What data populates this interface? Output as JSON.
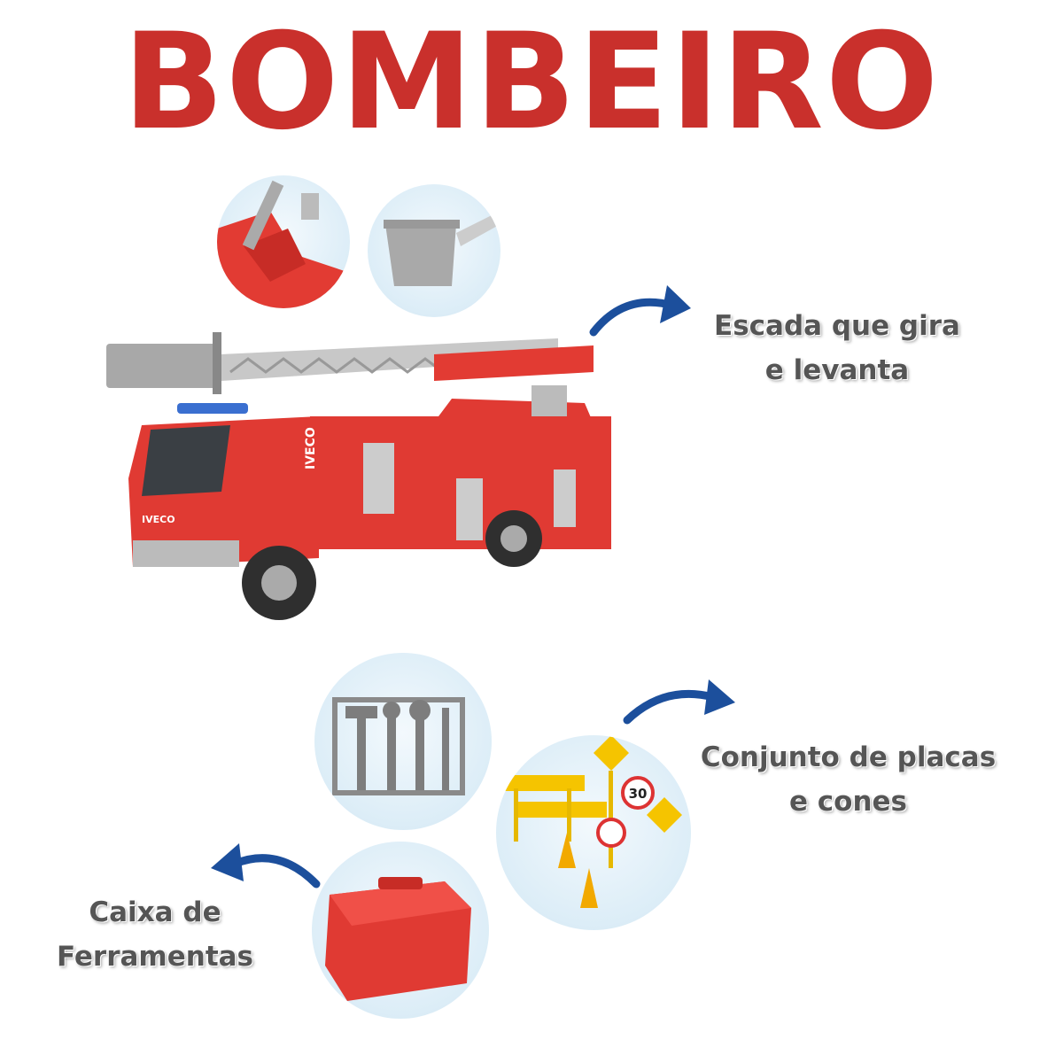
{
  "title": "BOMBEIRO",
  "features": {
    "ladder": {
      "line1": "Escada que gira",
      "line2": "e levanta"
    },
    "signs": {
      "line1": "Conjunto de placas",
      "line2": "e cones"
    },
    "toolbox": {
      "line1": "Caixa de",
      "line2": "Ferramentas"
    }
  },
  "truck_brand": "IVECO",
  "speed_sign": "30",
  "colors": {
    "title": "#c9302c",
    "arrow": "#1c4f9c",
    "truck": "#e03a33",
    "text": "#555555"
  }
}
